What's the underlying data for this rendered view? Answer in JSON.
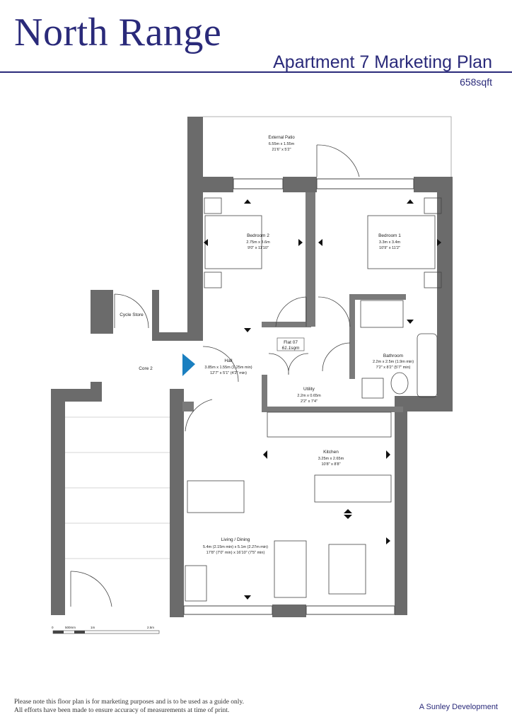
{
  "header": {
    "brand": "North Range",
    "title": "Apartment 7 Marketing Plan",
    "area": "658sqft"
  },
  "rooms": {
    "patio": {
      "name": "External Patio",
      "metric": "6.55m x 1.55m",
      "imperial": "21'6\" x 5'2\""
    },
    "bedroom2": {
      "name": "Bedroom 2",
      "metric": "2.75m x 3.6m",
      "imperial": "9'0\" x 11'10\""
    },
    "bedroom1": {
      "name": "Bedroom 1",
      "metric": "3.3m x 3.4m",
      "imperial": "10'9\" x 11'2\""
    },
    "cycle": {
      "name": "Cycle Store"
    },
    "flat": {
      "name": "Flat 07",
      "area": "61.1sqm"
    },
    "hall": {
      "name": "Hall",
      "metric": "3.85m x 1.55m (1.25m min)",
      "imperial": "12'7\" x 5'1\" (4'2\" min)"
    },
    "core": {
      "name": "Core 2"
    },
    "bathroom": {
      "name": "Bathroom",
      "metric": "2.2m x 2.5m (1.9m min)",
      "imperial": "7'2\" x 8'2\" (5'7\" min)"
    },
    "utility": {
      "name": "Utility",
      "metric": "2.2m x 0.65m",
      "imperial": "2'2\" x 7'4\""
    },
    "kitchen": {
      "name": "Kitchen",
      "metric": "3.25m x 2.65m",
      "imperial": "10'8\" x 8'8\""
    },
    "living": {
      "name": "Living / Dining",
      "metric": "5.4m (2.15m min) x 5.1m (2.27m min)",
      "imperial": "17'8\" (7'0\" min) x 16'10\" (7'5\" min)"
    }
  },
  "scale": {
    "t0": "0",
    "t1": "500mm",
    "t2": "1m",
    "t3": "2.5m"
  },
  "footer": {
    "line1": "Please note this floor plan is for marketing purposes and is to be used as a guide only.",
    "line2": "All efforts have been made to ensure accuracy of measurements at time of print.",
    "developer": "A Sunley Development"
  },
  "colors": {
    "brand": "#2a2a7a",
    "wall": "#6b6b6b",
    "entry_marker": "#1a7fc0"
  }
}
